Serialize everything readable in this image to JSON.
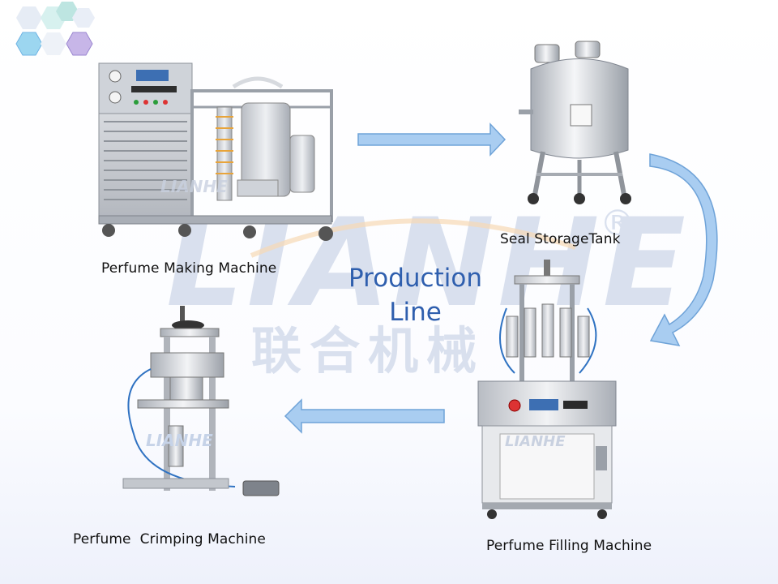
{
  "diagram": {
    "title_line1": "Production",
    "title_line2": "Line",
    "nodes": [
      {
        "id": "making",
        "label": "Perfume Making Machine"
      },
      {
        "id": "storage",
        "label": "Seal StorageTank"
      },
      {
        "id": "filling",
        "label": "Perfume Filling Machine"
      },
      {
        "id": "crimping",
        "label": "Perfume  Crimping Machine"
      }
    ],
    "edges": [
      {
        "from": "making",
        "to": "storage"
      },
      {
        "from": "storage",
        "to": "filling"
      },
      {
        "from": "filling",
        "to": "crimping"
      }
    ]
  },
  "branding": {
    "watermark_latin": "LIANHE",
    "watermark_cjk": "联合机械",
    "registered_mark": "®",
    "machine_badge": "LIANHE"
  },
  "colors": {
    "arrow_fill": "#a9cdf1",
    "arrow_stroke": "#6fa3d8",
    "title_text": "#2f5fae",
    "watermark": "#d9e0ee"
  }
}
